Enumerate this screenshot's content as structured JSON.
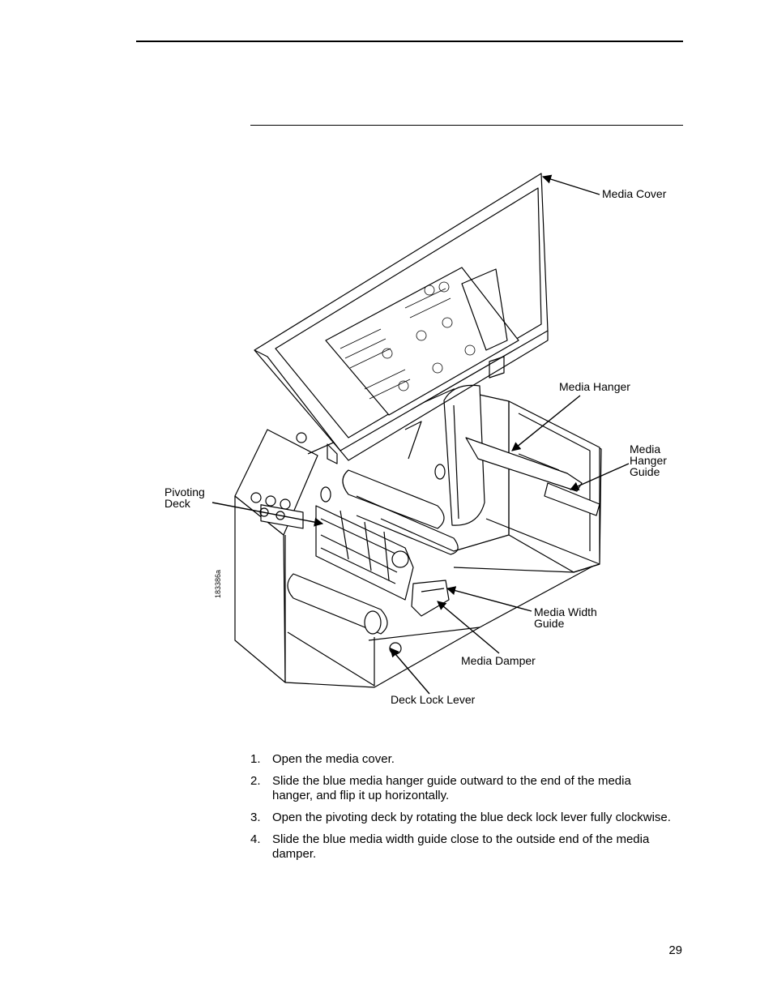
{
  "figure": {
    "id_label": "183386a",
    "callouts": {
      "media_cover": "Media Cover",
      "media_hanger": "Media Hanger",
      "media_hanger_guide": [
        "Media",
        "Hanger",
        "Guide"
      ],
      "pivoting_deck": [
        "Pivoting",
        "Deck"
      ],
      "media_width_guide": [
        "Media Width",
        "Guide"
      ],
      "media_damper": "Media Damper",
      "deck_lock_lever": "Deck Lock Lever"
    }
  },
  "steps": [
    {
      "num": "1.",
      "text": "Open the media cover."
    },
    {
      "num": "2.",
      "text": "Slide the blue media hanger guide outward to the end of the media hanger, and flip it up horizontally."
    },
    {
      "num": "3.",
      "text": "Open the pivoting deck by rotating the blue deck lock lever fully clockwise."
    },
    {
      "num": "4.",
      "text": "Slide the blue media width guide close to the outside end of the media damper."
    }
  ],
  "page_number": "29"
}
